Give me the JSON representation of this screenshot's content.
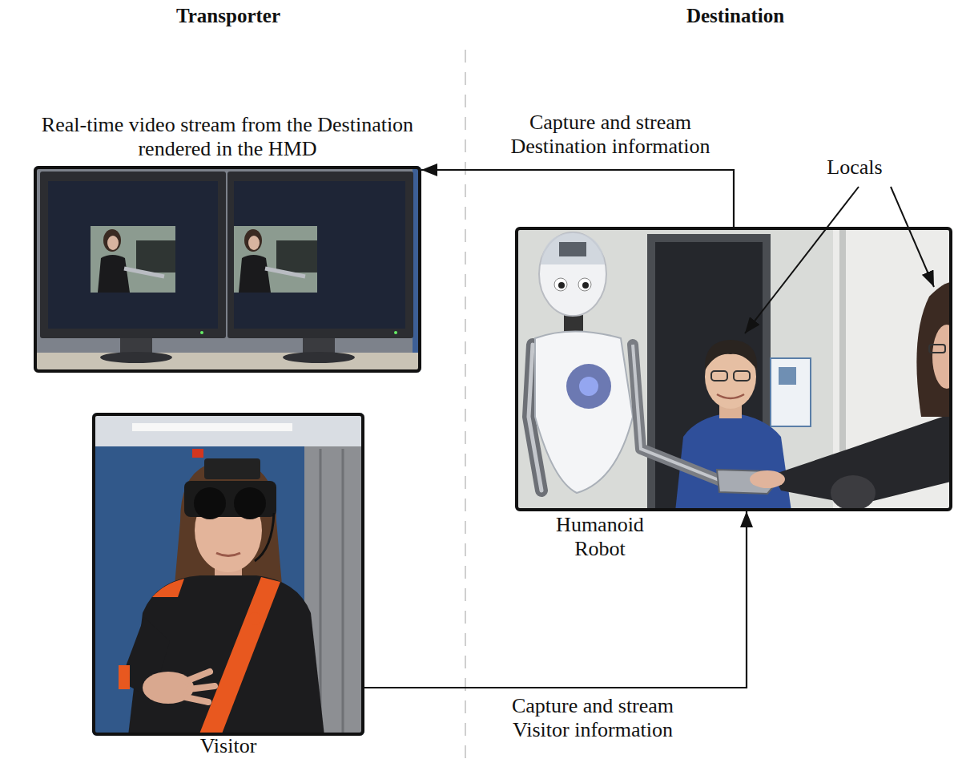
{
  "diagram": {
    "nodes": [
      {
        "text": [
          "Real-time video stream from the Destination rendered in the HMD"
        ]
      },
      {
        "text": [
          "Visitor"
        ]
      },
      {
        "text": [
          "Humanoid Robot"
        ]
      }
    ],
    "edges": [
      {
        "from": 2,
        "to": 0,
        "arrow": "to",
        "label": "Capture and stream Destination information"
      },
      {
        "from": 1,
        "to": 2,
        "arrow": "to",
        "label": "Capture and stream Visitor information"
      }
    ],
    "labels": [
      "Transporter",
      "Destination",
      "Locals"
    ]
  }
}
